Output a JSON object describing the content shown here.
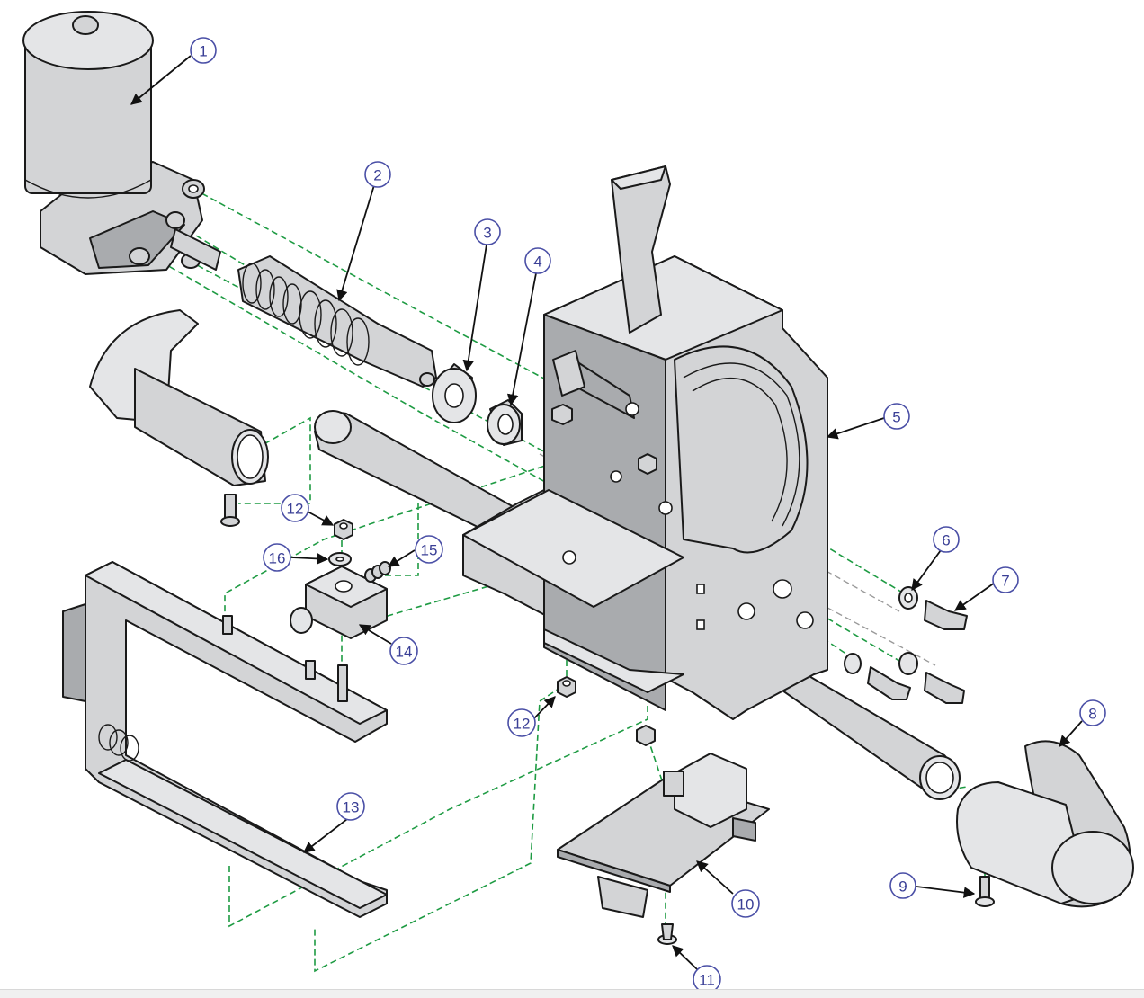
{
  "callouts": [
    {
      "label": "1"
    },
    {
      "label": "2"
    },
    {
      "label": "3"
    },
    {
      "label": "4"
    },
    {
      "label": "5"
    },
    {
      "label": "6"
    },
    {
      "label": "7"
    },
    {
      "label": "8"
    },
    {
      "label": "9"
    },
    {
      "label": "10"
    },
    {
      "label": "11"
    },
    {
      "label": "12"
    },
    {
      "label": "12"
    },
    {
      "label": "13"
    },
    {
      "label": "14"
    },
    {
      "label": "15"
    },
    {
      "label": "16"
    }
  ],
  "colors": {
    "guide_line": "#1e9b43",
    "callout_outline": "#4a4fa6",
    "part_fill": "#d3d4d6"
  }
}
